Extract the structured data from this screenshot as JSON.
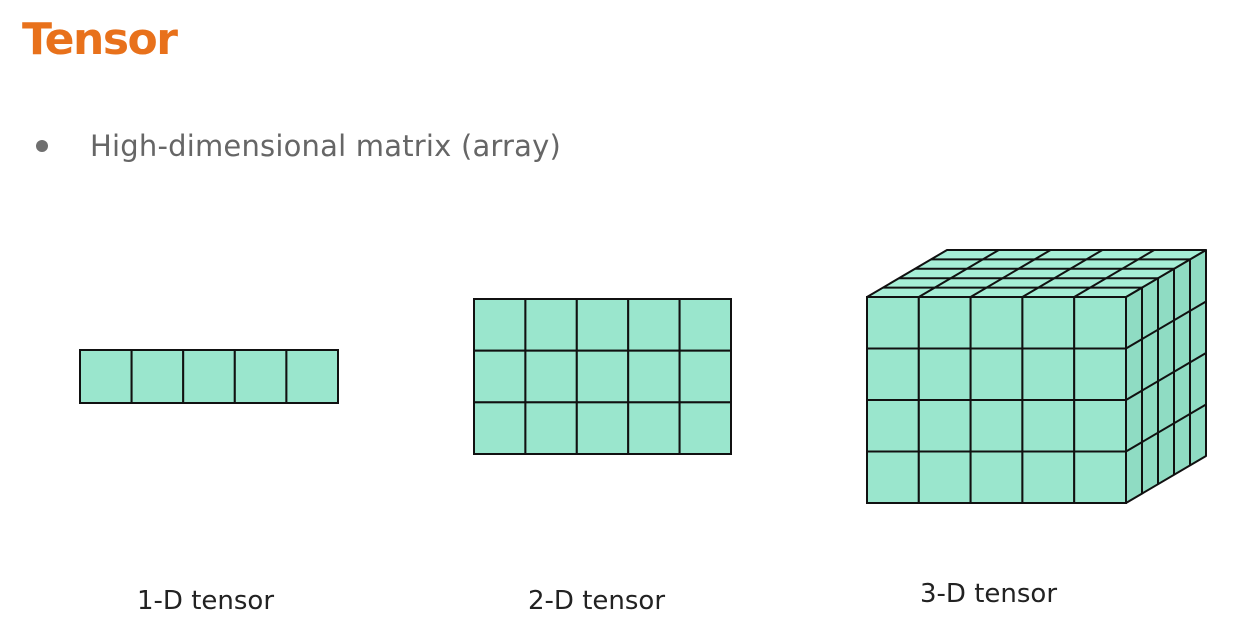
{
  "slide": {
    "title": "Tensor",
    "bullets": [
      "High-dimensional matrix (array)"
    ]
  },
  "diagram": {
    "cell_color": "#9ae6cd",
    "side_color": "#8fdcc3",
    "top_color": "#a6eed6",
    "line_color": "#111111",
    "tensors": [
      {
        "caption": "1-D tensor",
        "rows": 1,
        "cols": 5
      },
      {
        "caption": "2-D tensor",
        "rows": 3,
        "cols": 5
      },
      {
        "caption": "3-D tensor",
        "rows": 4,
        "cols": 5,
        "depth": 5
      }
    ]
  },
  "colors": {
    "title": "#e8711b",
    "bullet_text": "#666666",
    "caption_text": "#222222"
  }
}
